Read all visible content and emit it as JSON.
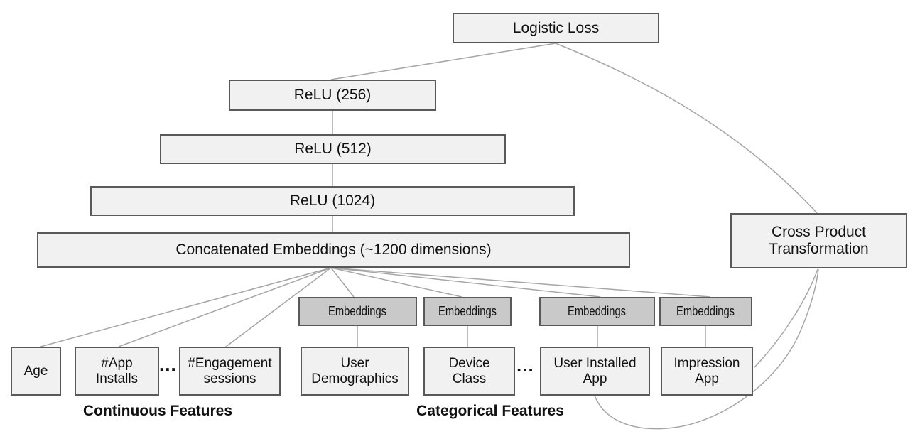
{
  "nodes": {
    "logistic_loss": "Logistic Loss",
    "relu_256": "ReLU (256)",
    "relu_512": "ReLU (512)",
    "relu_1024": "ReLU (1024)",
    "concatenated_embeddings": "Concatenated Embeddings (~1200 dimensions)",
    "cross_product_transformation": "Cross Product\nTransformation",
    "embeddings": [
      "Embeddings",
      "Embeddings",
      "Embeddings",
      "Embeddings"
    ],
    "age": "Age",
    "app_installs": "#App\nInstalls",
    "engagement_sessions": "#Engagement\nsessions",
    "user_demographics": "User\nDemographics",
    "device_class": "Device\nClass",
    "user_installed_app": "User Installed\nApp",
    "impression_app": "Impression\nApp"
  },
  "group_labels": {
    "continuous": "Continuous Features",
    "categorical": "Categorical Features"
  },
  "ellipsis": "...",
  "colors": {
    "box_fill": "#f1f1f1",
    "embedding_box_fill": "#c9c9c9",
    "box_border": "#595959",
    "connector_line": "#a6a6a6",
    "text": "#111111",
    "background": "#ffffff"
  }
}
